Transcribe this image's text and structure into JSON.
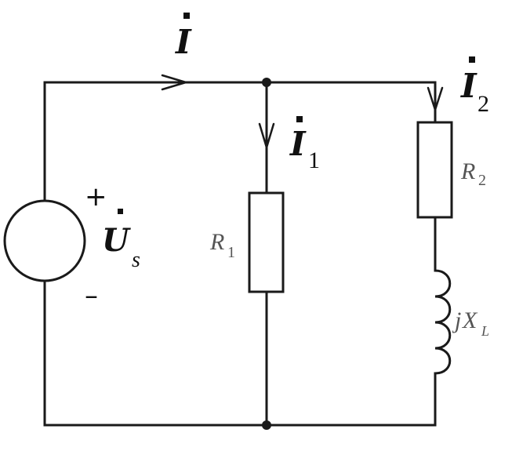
{
  "labels": {
    "current_total": {
      "symbol": "I",
      "sub": ""
    },
    "current_1": {
      "symbol": "I",
      "sub": "1"
    },
    "current_2": {
      "symbol": "I",
      "sub": "2"
    },
    "source": {
      "symbol": "U",
      "sub": "s",
      "plus": "+",
      "minus": "–"
    },
    "resistor_1": {
      "symbol": "R",
      "sub": "1"
    },
    "resistor_2": {
      "symbol": "R",
      "sub": "2"
    },
    "inductor": {
      "prefix": "j",
      "symbol": "X",
      "sub": "L"
    }
  },
  "colors": {
    "wire": "#1a1a1a",
    "resistor_label": "#555555"
  }
}
